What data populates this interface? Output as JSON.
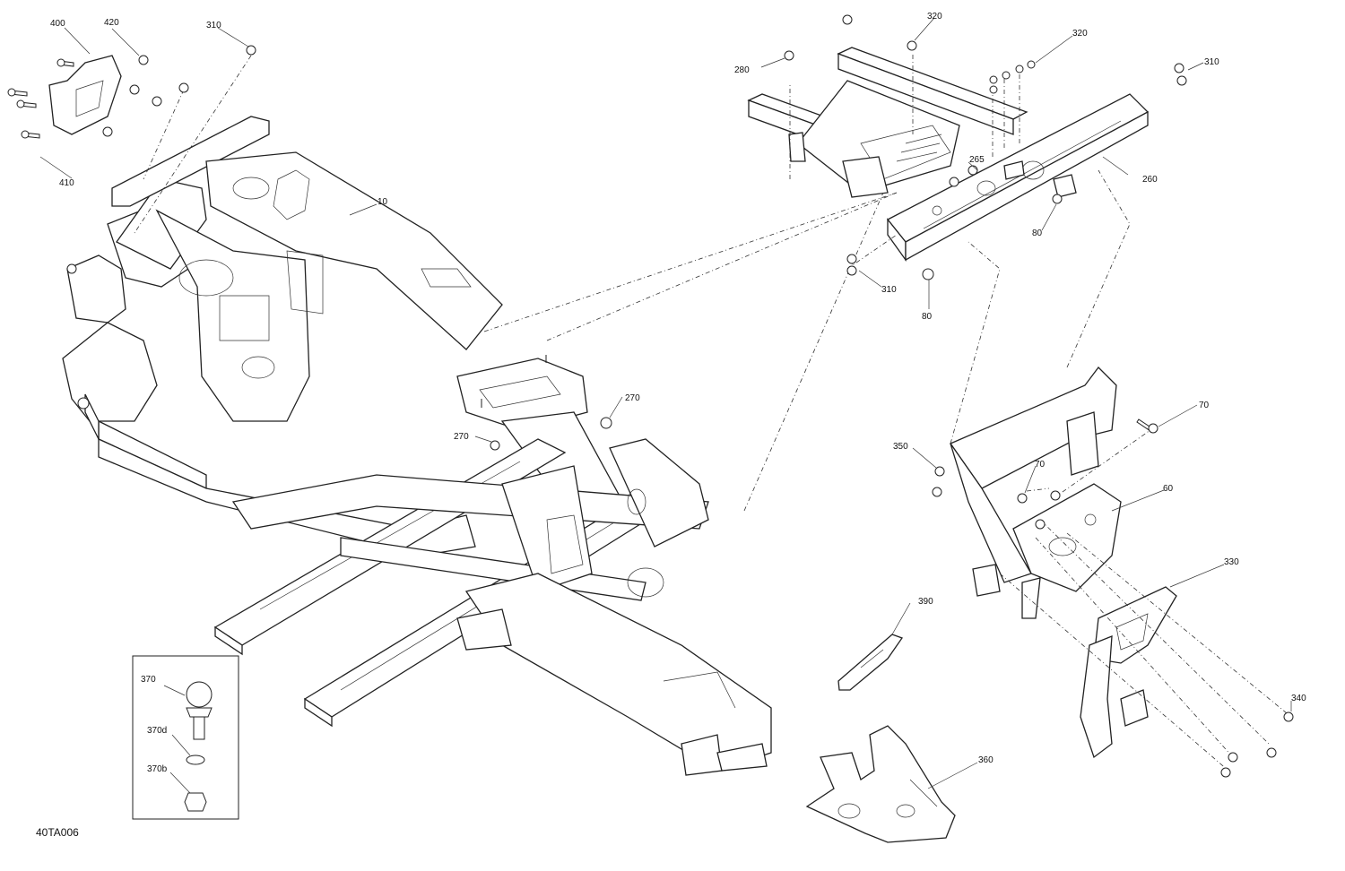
{
  "diagram": {
    "reference_code": "40TA006",
    "callouts": {
      "c10": "10",
      "c60": "60",
      "c70a": "70",
      "c70b": "70",
      "c80a": "80",
      "c80b": "80",
      "c260": "260",
      "c265": "265",
      "c270a": "270",
      "c270b": "270",
      "c280": "280",
      "c310a": "310",
      "c310b": "310",
      "c310c": "310",
      "c320a": "320",
      "c320b": "320",
      "c330": "330",
      "c340": "340",
      "c350": "350",
      "c360": "360",
      "c370": "370",
      "c370d": "370d",
      "c370b": "370b",
      "c390": "390",
      "c400": "400",
      "c410": "410",
      "c420": "420"
    }
  }
}
